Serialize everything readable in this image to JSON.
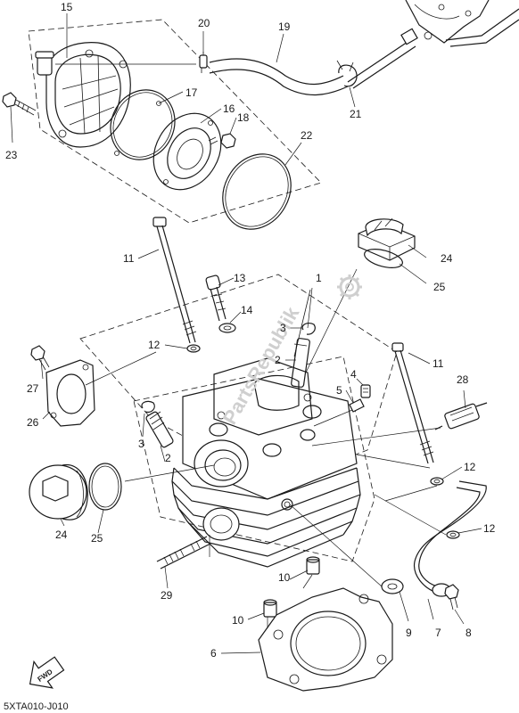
{
  "labels": {
    "p1": "1",
    "p2a": "2",
    "p2b": "2",
    "p3a": "3",
    "p3b": "3",
    "p4": "4",
    "p5": "5",
    "p6": "6",
    "p7": "7",
    "p8": "8",
    "p9": "9",
    "p10a": "10",
    "p10b": "10",
    "p11a": "11",
    "p11b": "11",
    "p12a": "12",
    "p12b": "12",
    "p12c": "12",
    "p13": "13",
    "p14": "14",
    "p15": "15",
    "p16": "16",
    "p17": "17",
    "p18": "18",
    "p19": "19",
    "p20": "20",
    "p21": "21",
    "p22": "22",
    "p23": "23",
    "p24a": "24",
    "p24b": "24",
    "p25a": "25",
    "p25b": "25",
    "p26": "26",
    "p27": "27",
    "p28": "28",
    "p29": "29"
  },
  "fwd_label": "FWD",
  "drawing_code": "5XTA010-J010",
  "watermark": "PartsRepublik",
  "icons": {
    "watermark_icon": "gear-icon",
    "direction_icon": "fwd-arrow-icon"
  }
}
